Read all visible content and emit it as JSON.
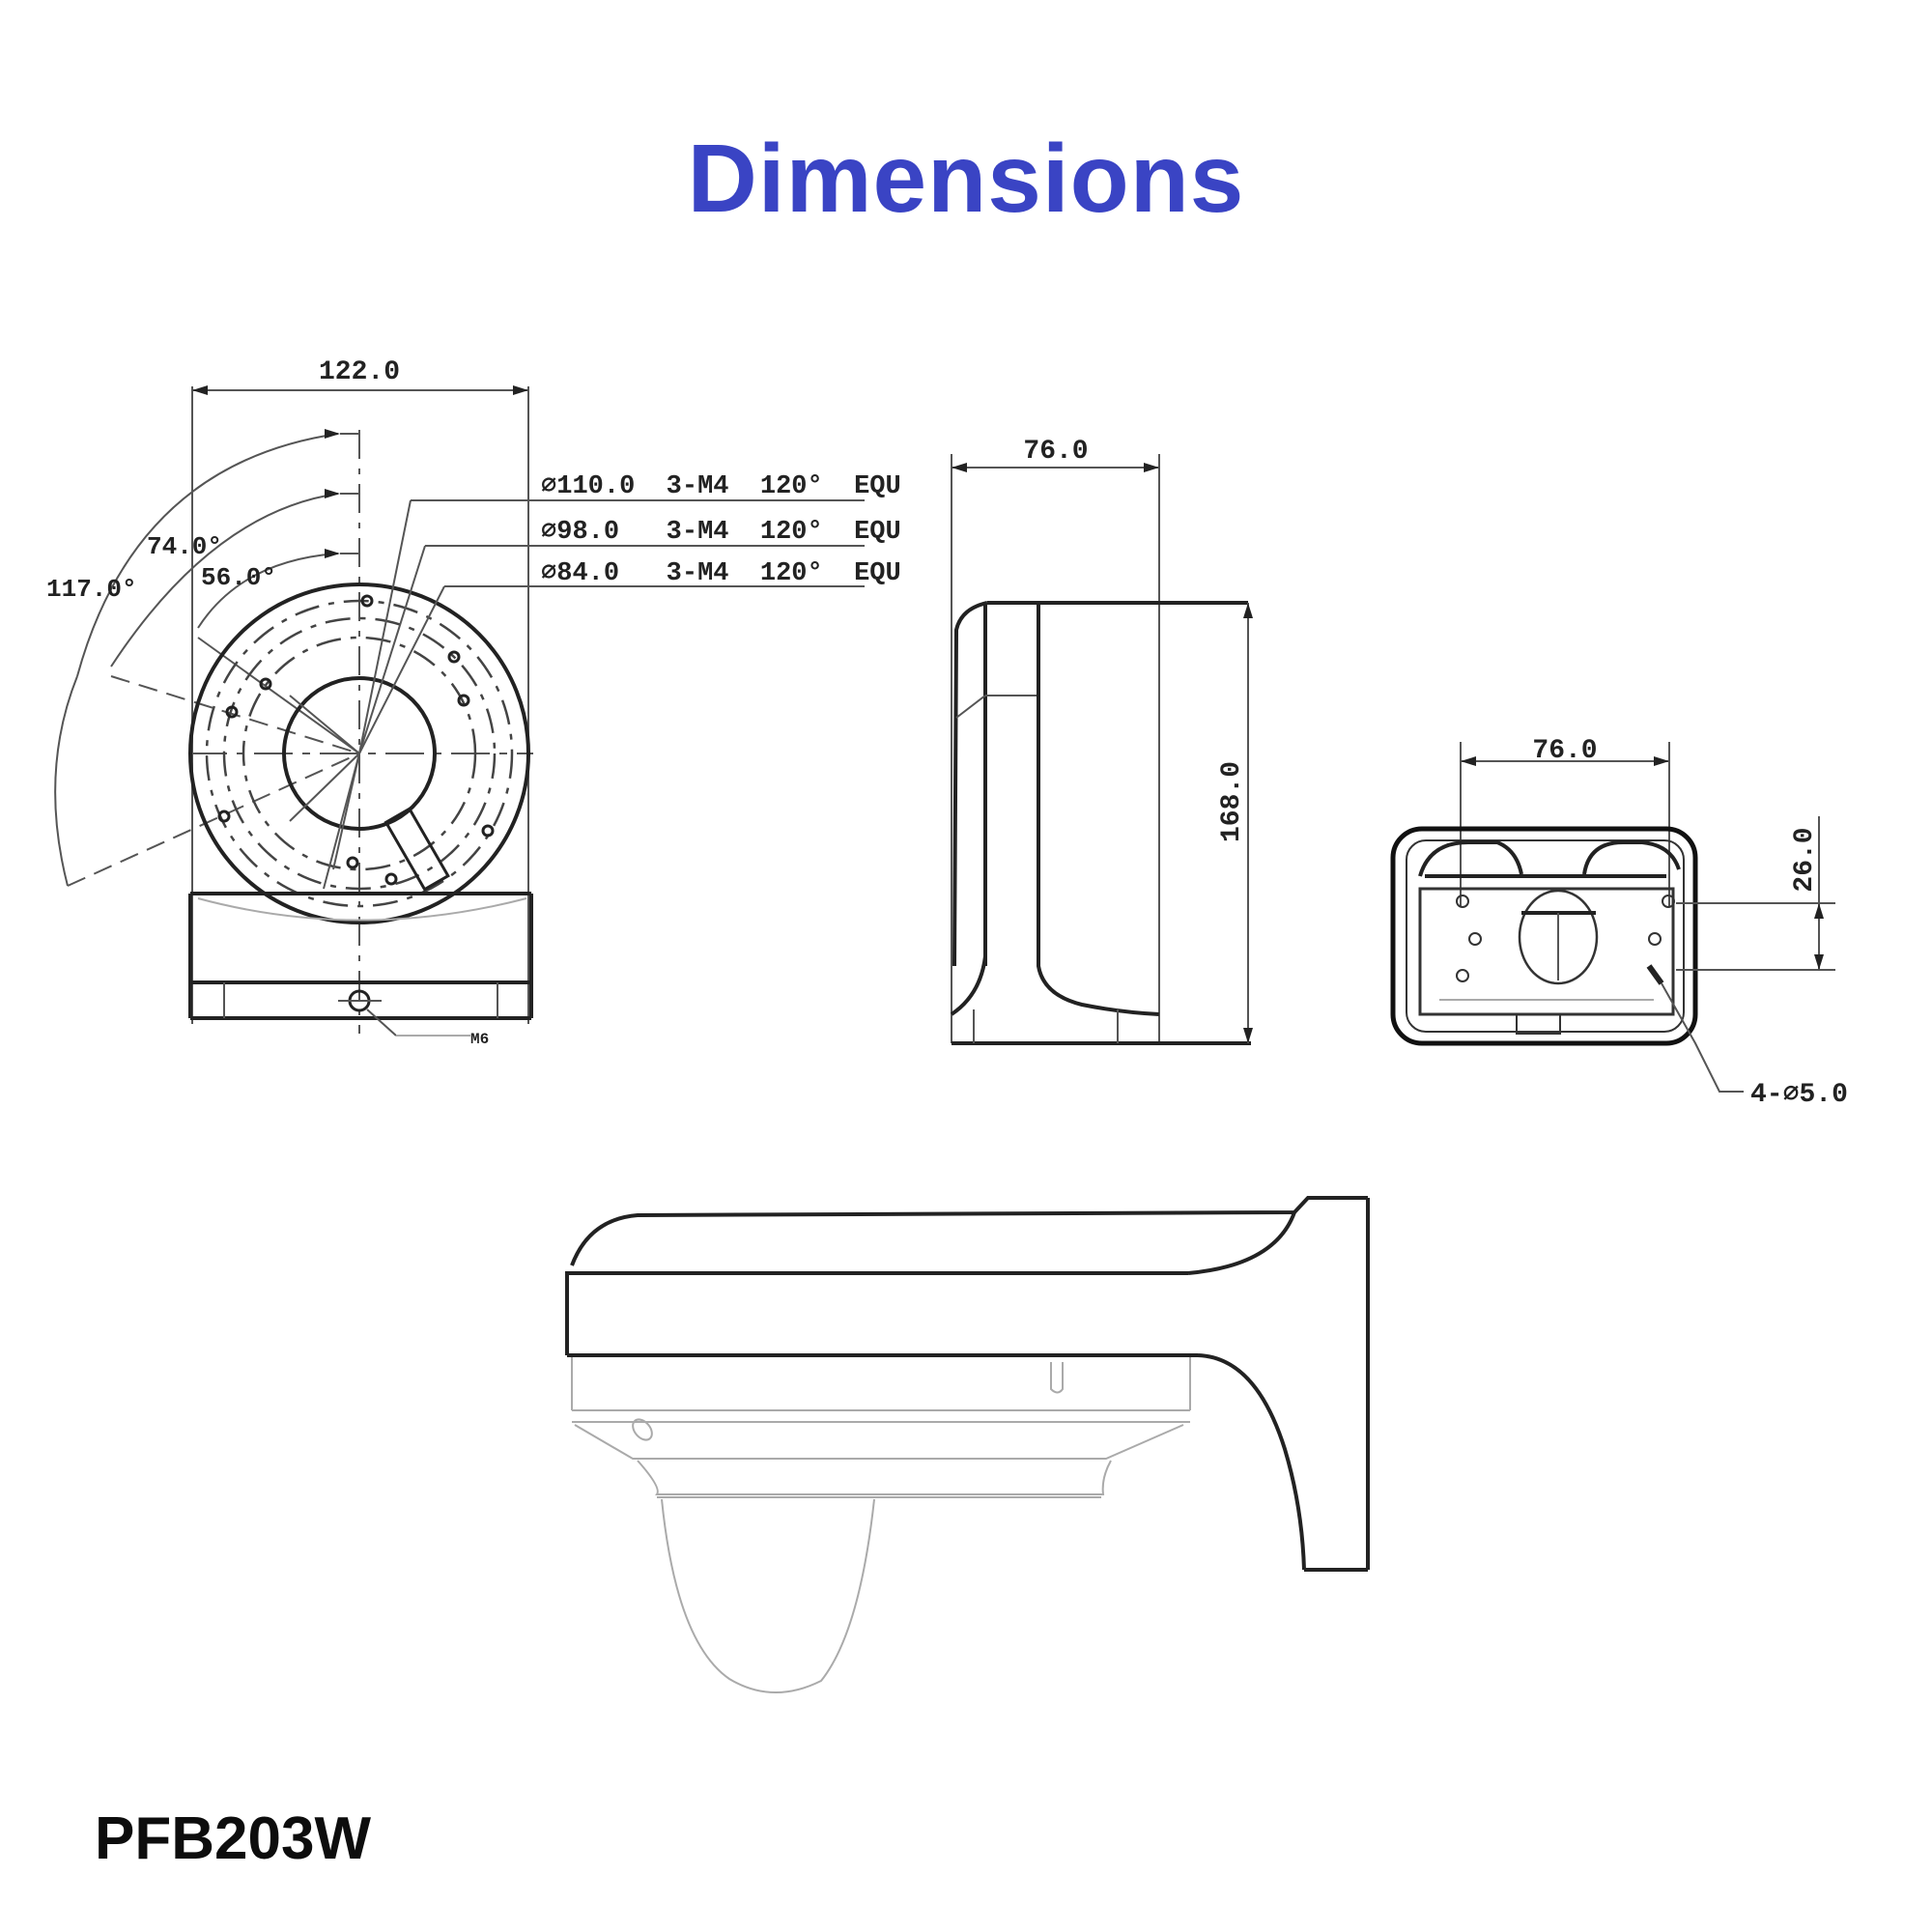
{
  "header": {
    "title": "Dimensions",
    "title_color": "#3a44c4"
  },
  "footer": {
    "model": "PFB203W"
  },
  "front_view": {
    "width_label": "122.0",
    "angles": [
      "117.0°",
      "74.0°",
      "56.0°"
    ],
    "hole_callouts": [
      "∅110.0  3-M4  120°  EQU",
      "∅98.0   3-M4  120°  EQU",
      "∅84.0   3-M4  120°  EQU"
    ],
    "thread_label": "M6"
  },
  "side_view": {
    "depth_label": "76.0",
    "height_label": "168.0"
  },
  "back_view": {
    "hole_spacing_label": "76.0",
    "vertical_spacing_label": "26.0",
    "holes_label": "4-∅5.0"
  },
  "perspective_view": {
    "description": "Wall mount bracket with dome camera"
  }
}
